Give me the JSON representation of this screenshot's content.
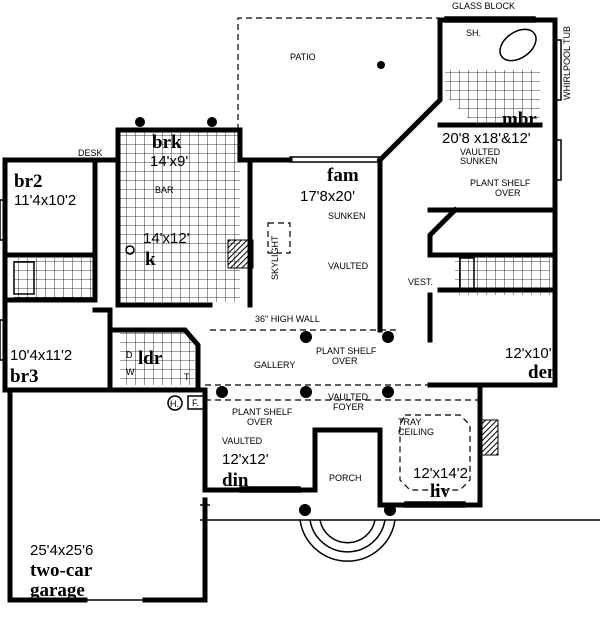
{
  "labels": {
    "glass_block": "GLASS BLOCK",
    "shower": "SH.",
    "whirlpool_tub": "WHIRLPOOL TUB",
    "patio": "PATIO",
    "mbr": {
      "name": "mbr",
      "size": "20'8 x18'&12'",
      "note1": "VAULTED",
      "note2": "SUNKEN"
    },
    "plant_shelf_mbr": {
      "l1": "PLANT SHELF",
      "l2": "OVER"
    },
    "desk": "DESK",
    "brk": {
      "name": "brk",
      "size": "14'x9'"
    },
    "bar": "BAR",
    "br2": {
      "name": "br2",
      "size": "11'4x10'2"
    },
    "kitchen": {
      "name": "k",
      "size": "14'x12'"
    },
    "fam": {
      "name": "fam",
      "size": "17'8x20'",
      "note1": "SUNKEN",
      "note2": "VAULTED"
    },
    "skylight": "SKYLIGHT",
    "high_wall": "36\" HIGH WALL",
    "vest": "VEST.",
    "br3": {
      "name": "br3",
      "size": "10'4x11'2"
    },
    "ldr": {
      "name": "ldr",
      "d": "D",
      "w": "W",
      "t": "T",
      "h": "H.",
      "f": "F."
    },
    "gallery": "GALLERY",
    "plant_shelf_gallery": {
      "l1": "PLANT SHELF",
      "l2": "OVER"
    },
    "den": {
      "name": "den",
      "size": "12'x10'"
    },
    "plant_shelf_din": {
      "l1": "PLANT SHELF",
      "l2": "OVER"
    },
    "foyer": {
      "l1": "VAULTED",
      "l2": "FOYER"
    },
    "din": {
      "name": "din",
      "size": "12'x12'",
      "note": "VAULTED"
    },
    "porch": "PORCH",
    "liv": {
      "name": "liv",
      "size": "12'x14'2",
      "note1": "TRAY",
      "note2": "CEILING"
    },
    "garage": {
      "size": "25'4x25'6",
      "l1": "two-car",
      "l2": "garage"
    }
  }
}
